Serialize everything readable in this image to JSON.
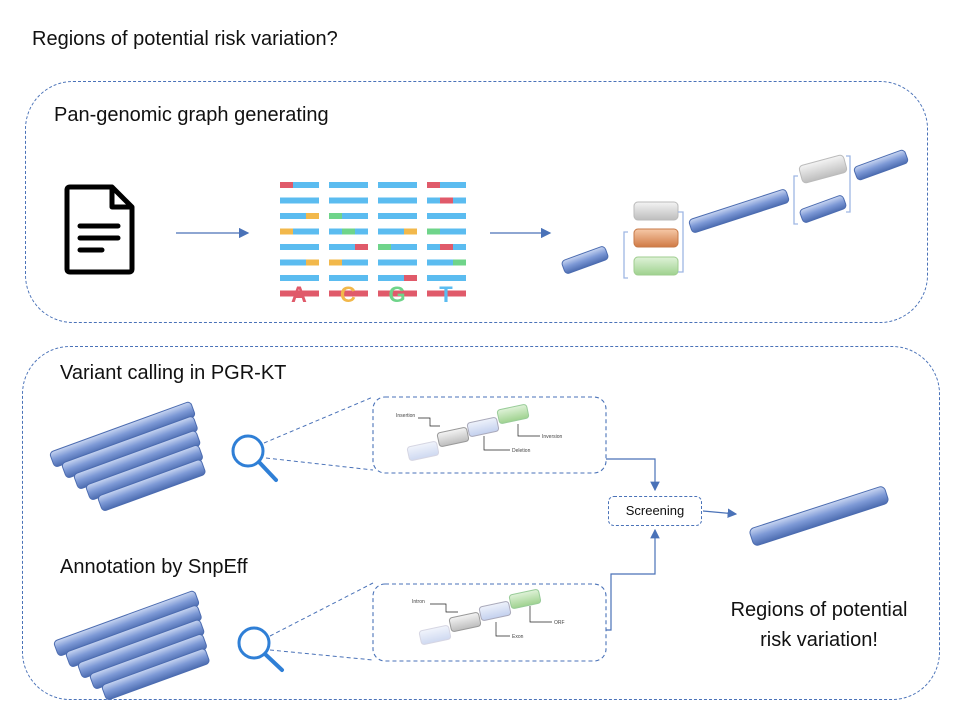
{
  "title": "Regions of potential risk variation?",
  "panel_top": {
    "heading": "Pan-genomic graph generating",
    "bases": [
      "A",
      "C",
      "G",
      "T"
    ]
  },
  "panel_bottom": {
    "variant_heading": "Variant calling in PGR-KT",
    "annotation_heading": "Annotation by SnpEff",
    "variant_labels": [
      "Insertion",
      "Inversion",
      "Deletion"
    ],
    "annotation_labels": [
      "Intron",
      "ORF",
      "Exon"
    ],
    "screening": "Screening",
    "result_line1": "Regions of potential",
    "result_line2": "risk variation!"
  },
  "colors": {
    "red": "#e05a6a",
    "blue": "#5bbcf0",
    "yellow": "#f2b84b",
    "green": "#6fd48a",
    "accent": "#4a72b8"
  }
}
